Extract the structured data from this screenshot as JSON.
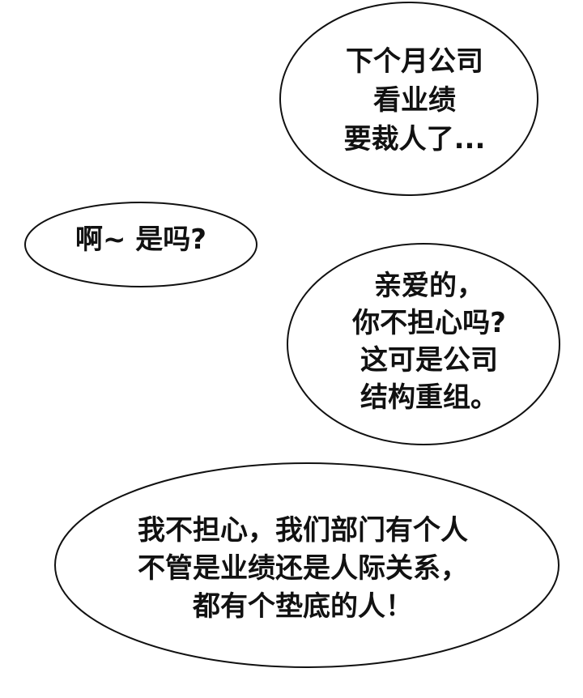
{
  "bubbles": [
    {
      "lines": [
        "下个月公司",
        "看业绩",
        "要裁人了..."
      ]
    },
    {
      "lines": [
        "啊~ 是吗?"
      ]
    },
    {
      "lines": [
        "亲爱的，",
        "你不担心吗?",
        "这可是公司",
        "结构重组。"
      ]
    },
    {
      "lines": [
        "我不担心，我们部门有个人",
        "不管是业绩还是人际关系，",
        "都有个垫底的人！"
      ]
    }
  ]
}
